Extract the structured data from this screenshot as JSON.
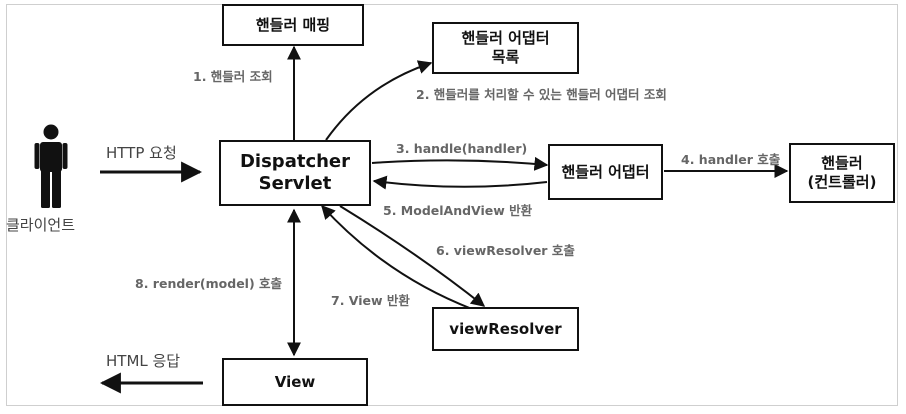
{
  "boxes": {
    "handler_mapping": "핸들러 매핑",
    "adapter_list_line1": "핸들러 어댑터",
    "adapter_list_line2": "목록",
    "dispatcher_line1": "Dispatcher",
    "dispatcher_line2": "Servlet",
    "handler_adapter": "핸들러 어댑터",
    "handler_line1": "핸들러",
    "handler_line2": "(컨트롤러)",
    "view_resolver": "viewResolver",
    "view": "View"
  },
  "client_label": "클라이언트",
  "http_request": "HTTP 요청",
  "html_response": "HTML 응답",
  "steps": {
    "s1": "1. 핸들러 조회",
    "s2": "2. 핸들러를 처리할 수 있는 핸들러 어댑터 조회",
    "s3": "3. handle(handler)",
    "s4": "4. handler 호출",
    "s5": "5. ModelAndView 반환",
    "s6": "6. viewResolver 호출",
    "s7": "7. View 반환",
    "s8": "8. render(model) 호출"
  },
  "colors": {
    "line": "#111111",
    "label": "#666666",
    "client_text": "#444444"
  },
  "icons": {
    "client": "person-icon"
  }
}
